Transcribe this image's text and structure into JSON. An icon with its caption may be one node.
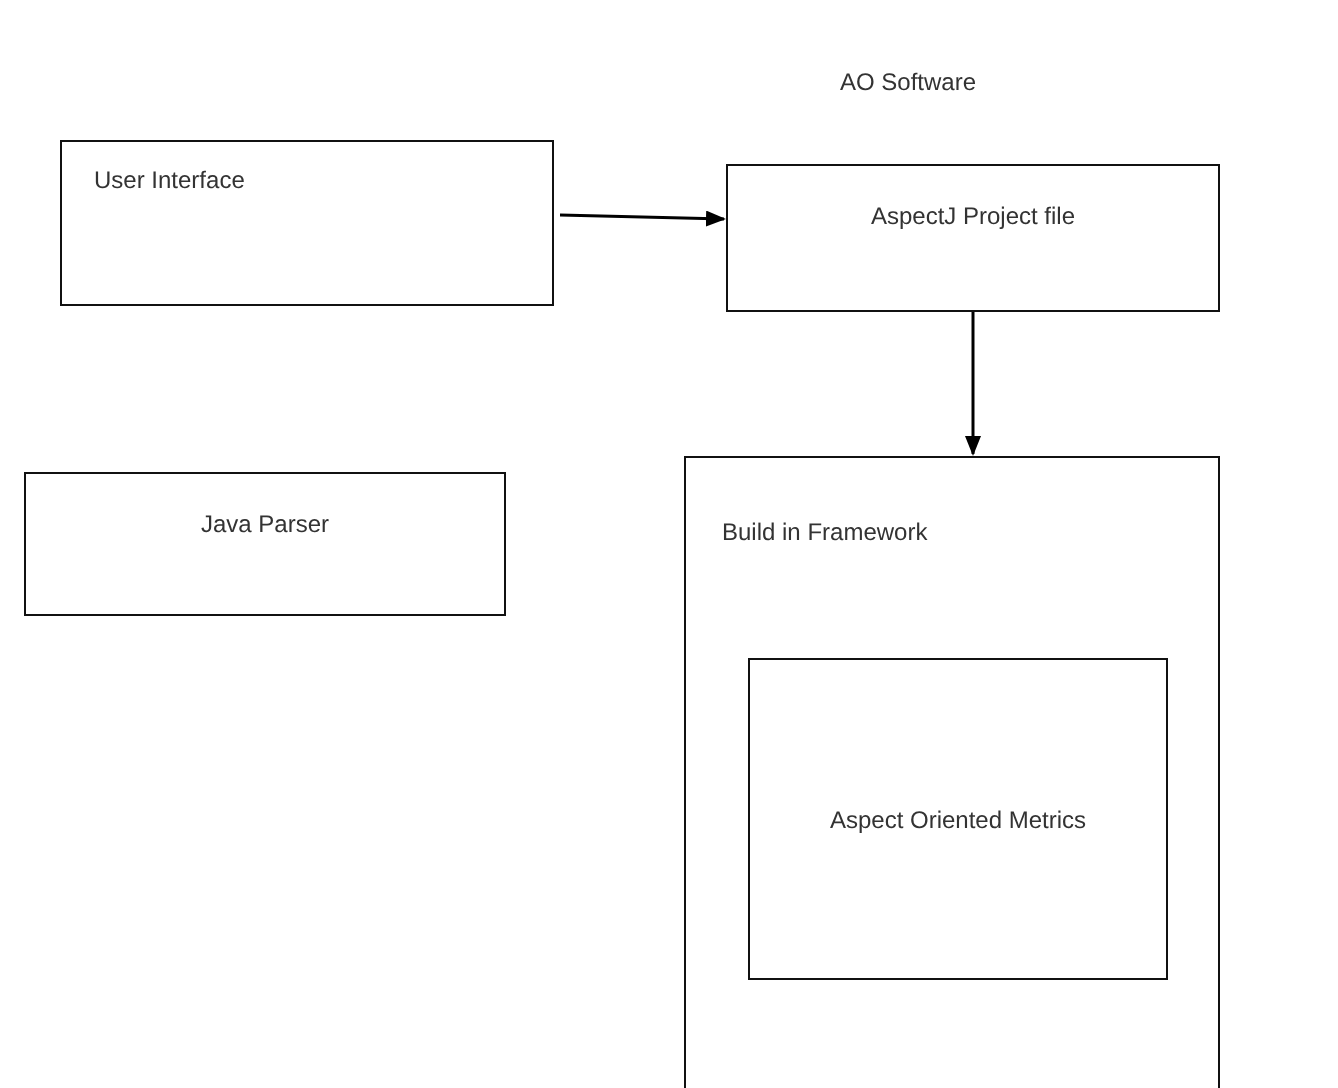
{
  "diagram": {
    "title": "AO Software",
    "nodes": [
      {
        "text": [
          "User Interface"
        ]
      },
      {
        "text": [
          "AspectJ Project file"
        ]
      },
      {
        "text": [
          "Java Parser"
        ]
      },
      {
        "text": [
          "Build in Framework"
        ]
      },
      {
        "text": [
          "Aspect Oriented Metrics"
        ],
        "in": 3
      }
    ],
    "edges": [
      {
        "from": 0,
        "to": 1,
        "arrow": "to"
      },
      {
        "from": 1,
        "to": 3,
        "arrow": "to"
      }
    ]
  }
}
